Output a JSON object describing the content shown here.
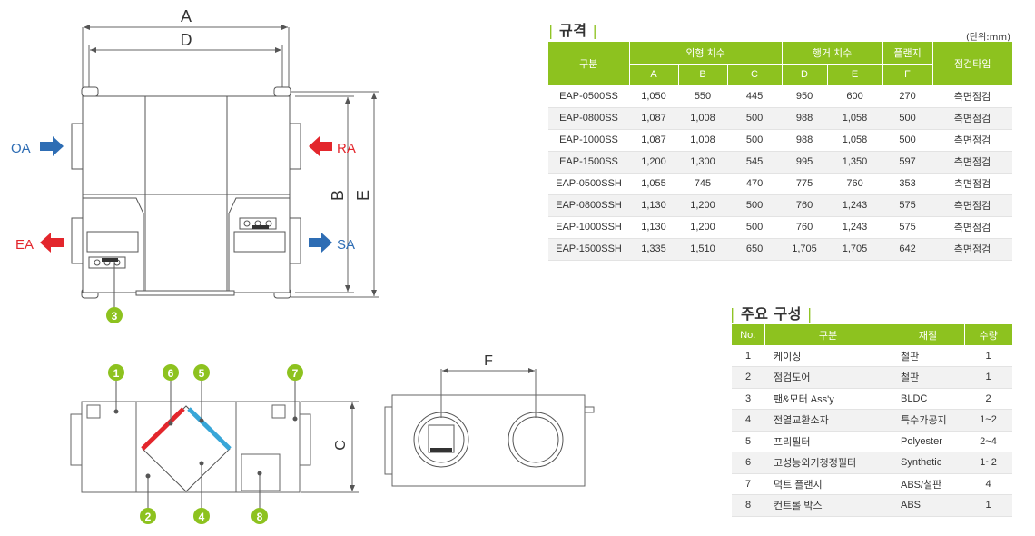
{
  "drawing": {
    "dims": {
      "a": "A",
      "b": "B",
      "c": "C",
      "d": "D",
      "e": "E",
      "f": "F"
    },
    "flows": {
      "oa": "OA",
      "ra": "RA",
      "ea": "EA",
      "sa": "SA"
    },
    "badges": {
      "b1": "1",
      "b2": "2",
      "b3": "3",
      "b4": "4",
      "b5": "5",
      "b6": "6",
      "b7": "7",
      "b8": "8"
    },
    "colors": {
      "green": "#8dc21f",
      "blue": "#2e6db4",
      "red": "#e3262c",
      "line": "#555555"
    }
  },
  "spec": {
    "title": "규격",
    "unit": "(단위:mm)",
    "headers": {
      "model": "구분",
      "outer": "외형 치수",
      "hanger": "행거 치수",
      "flange": "플랜지",
      "inspect": "점검타입",
      "a": "A",
      "b": "B",
      "c": "C",
      "d": "D",
      "e": "E",
      "f": "F"
    },
    "rows": [
      [
        "EAP-0500SS",
        "1,050",
        "550",
        "445",
        "950",
        "600",
        "270",
        "측면점검"
      ],
      [
        "EAP-0800SS",
        "1,087",
        "1,008",
        "500",
        "988",
        "1,058",
        "500",
        "측면점검"
      ],
      [
        "EAP-1000SS",
        "1,087",
        "1,008",
        "500",
        "988",
        "1,058",
        "500",
        "측면점검"
      ],
      [
        "EAP-1500SS",
        "1,200",
        "1,300",
        "545",
        "995",
        "1,350",
        "597",
        "측면점검"
      ],
      [
        "EAP-0500SSH",
        "1,055",
        "745",
        "470",
        "775",
        "760",
        "353",
        "측면점검"
      ],
      [
        "EAP-0800SSH",
        "1,130",
        "1,200",
        "500",
        "760",
        "1,243",
        "575",
        "측면점검"
      ],
      [
        "EAP-1000SSH",
        "1,130",
        "1,200",
        "500",
        "760",
        "1,243",
        "575",
        "측면점검"
      ],
      [
        "EAP-1500SSH",
        "1,335",
        "1,510",
        "650",
        "1,705",
        "1,705",
        "642",
        "측면점검"
      ]
    ]
  },
  "components": {
    "title": "주요 구성",
    "headers": {
      "no": "No.",
      "name": "구분",
      "material": "재질",
      "qty": "수량"
    },
    "rows": [
      [
        "1",
        "케이싱",
        "철판",
        "1"
      ],
      [
        "2",
        "점검도어",
        "철판",
        "1"
      ],
      [
        "3",
        "팬&모터 Ass'y",
        "BLDC",
        "2"
      ],
      [
        "4",
        "전열교환소자",
        "특수가공지",
        "1~2"
      ],
      [
        "5",
        "프리필터",
        "Polyester",
        "2~4"
      ],
      [
        "6",
        "고성능외기청정필터",
        "Synthetic",
        "1~2"
      ],
      [
        "7",
        "덕트 플랜지",
        "ABS/철판",
        "4"
      ],
      [
        "8",
        "컨트롤 박스",
        "ABS",
        "1"
      ]
    ]
  }
}
